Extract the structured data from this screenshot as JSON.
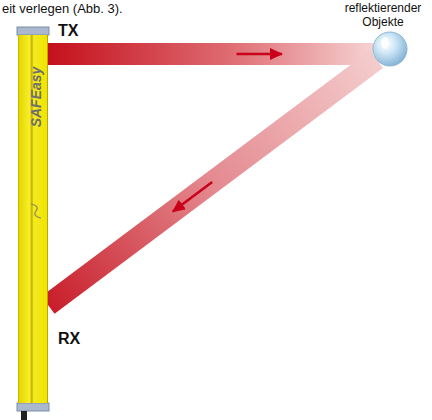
{
  "diagram": {
    "nodes": [
      {
        "text": [
          "SAFEasy"
        ]
      },
      {
        "text": [
          "reflektierender Objekte"
        ]
      }
    ],
    "edges": [
      {
        "from": 0,
        "to": 1,
        "arrow": "to"
      },
      {
        "from": 1,
        "to": 0,
        "arrow": "to"
      }
    ],
    "labels": [
      "eit verlegen (Abb. 3).",
      "TX",
      "RX"
    ]
  }
}
